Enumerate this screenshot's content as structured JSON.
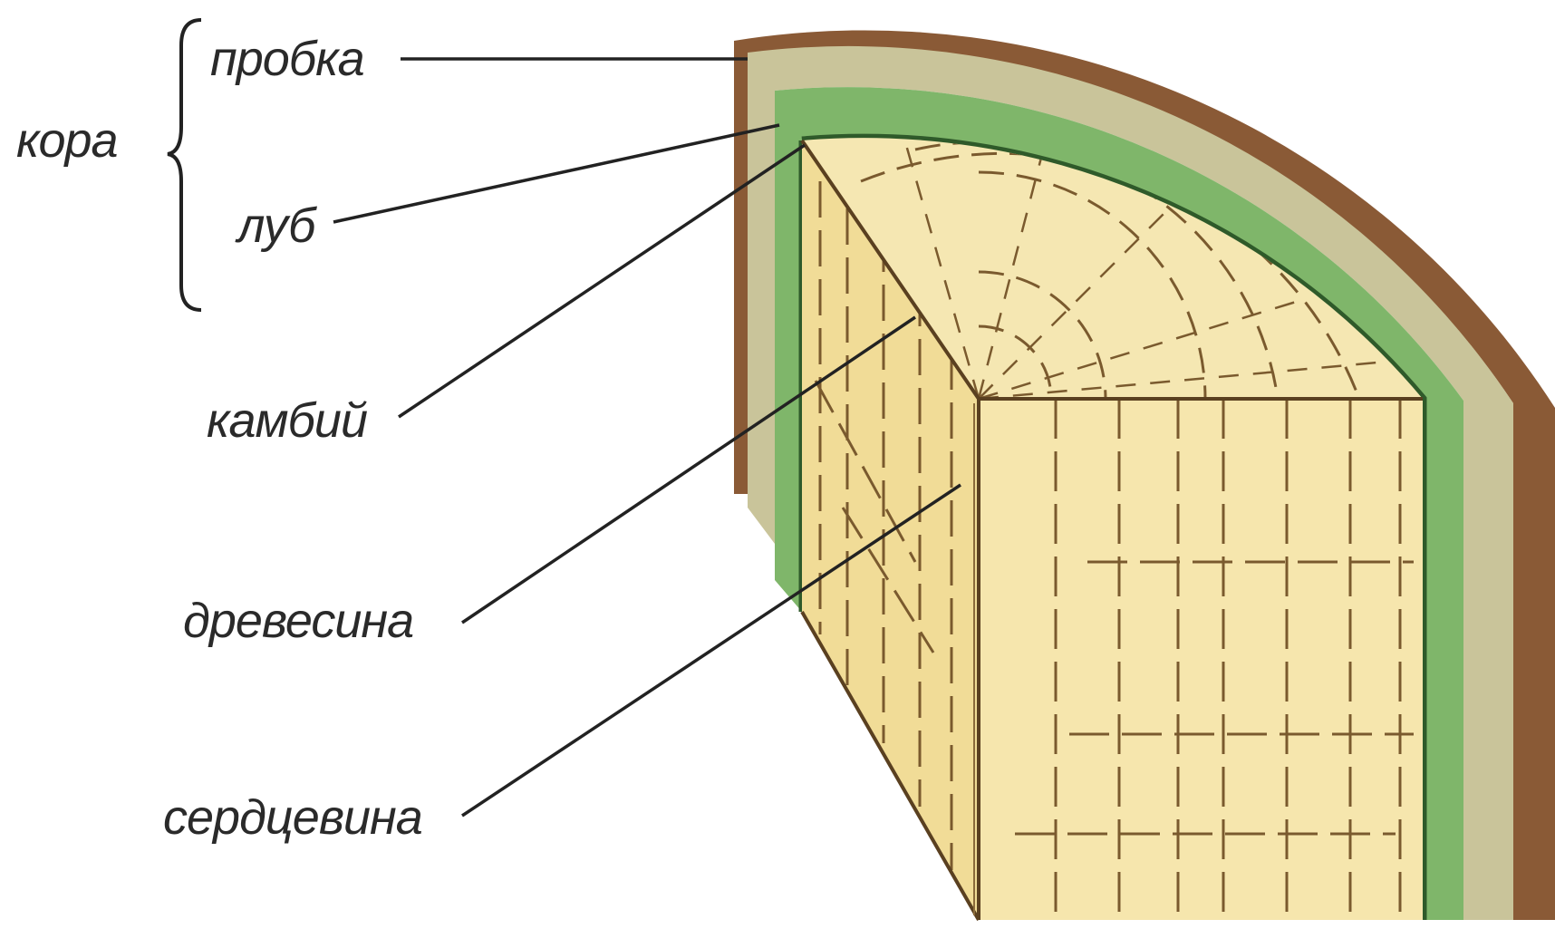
{
  "diagram": {
    "group_label": "кора",
    "labels": {
      "cork": "пробка",
      "bast": "луб",
      "cambium": "камбий",
      "wood": "древесина",
      "pith": "сердцевина"
    }
  },
  "colors": {
    "bark_outer": "#8a5a36",
    "cork": "#c9c49a",
    "bast": "#7fb66a",
    "bast_dark": "#3f6e35",
    "wood": "#f3e3a6",
    "wood_shadow": "#e9d18d",
    "grain": "#7a5a2e",
    "leader": "#222222"
  }
}
